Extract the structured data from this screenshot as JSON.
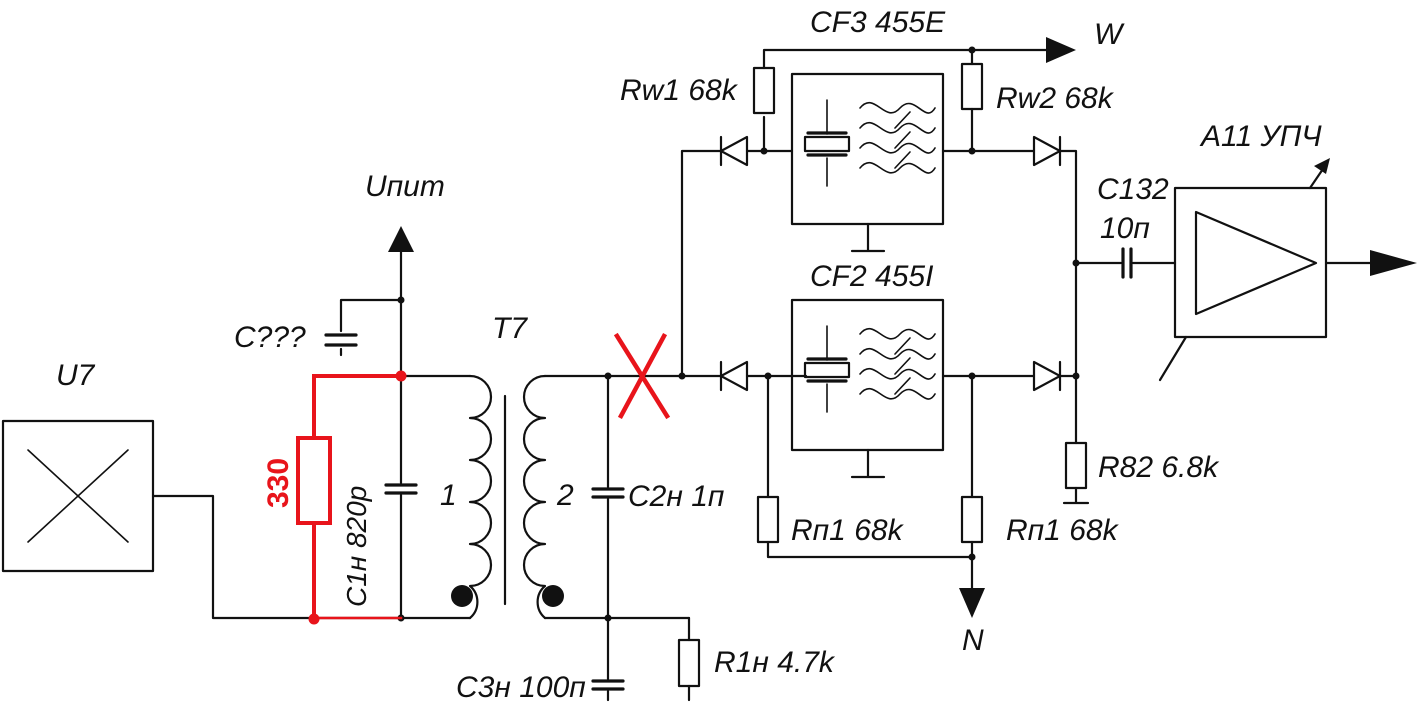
{
  "labels": {
    "u7": "U7",
    "upit": "Uпит",
    "c_unknown": "C???",
    "t7": "T7",
    "r_red": "330",
    "c1": "C1н 820р",
    "winding1": "1",
    "winding2": "2",
    "c2": "C2н 1п",
    "c3": "C3н 100п",
    "r1": "R1н 4.7k",
    "cf3": "CF3 455E",
    "w_out": "W",
    "rw1": "Rw1 68k",
    "rw2": "Rw2 68k",
    "cf2": "CF2 455I",
    "rn1_left": "Rп1 68k",
    "rn1_right": "Rп1 68k",
    "n_out": "N",
    "r82": "R82 6.8k",
    "c132_name": "C132",
    "c132_value": "10п",
    "a11": "A11 УПЧ"
  },
  "colors": {
    "wire": "#111111",
    "modification": "#e8141b",
    "background": "#ffffff"
  }
}
